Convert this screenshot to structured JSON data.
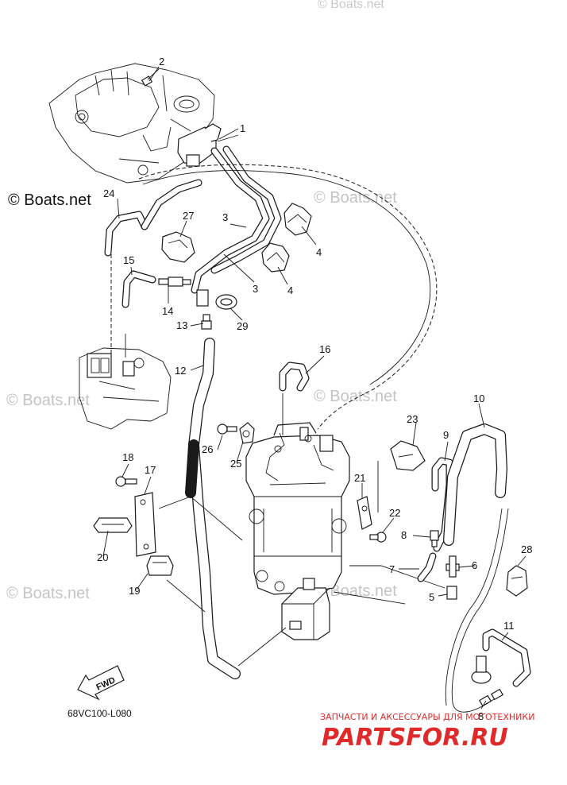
{
  "watermarks": {
    "copyright": "© Boats.net",
    "short": "© Boats.net"
  },
  "drawing_code": "68VC100-L080",
  "fwd_label": "FWD",
  "brand": {
    "tagline": "ЗАПЧАСТИ И АКСЕССУАРЫ ДЛЯ МОТОТЕХНИКИ",
    "logo": "PARTSFOR.RU"
  },
  "callouts": {
    "c1": "1",
    "c2": "2",
    "c3a": "3",
    "c3b": "3",
    "c4a": "4",
    "c4b": "4",
    "c5": "5",
    "c6": "6",
    "c7": "7",
    "c8a": "8",
    "c8b": "8",
    "c9": "9",
    "c10": "10",
    "c11": "11",
    "c12": "12",
    "c13": "13",
    "c14": "14",
    "c15": "15",
    "c16": "16",
    "c17": "17",
    "c18": "18",
    "c19": "19",
    "c20": "20",
    "c21": "21",
    "c22": "22",
    "c23": "23",
    "c24": "24",
    "c25": "25",
    "c26": "26",
    "c27": "27",
    "c28": "28",
    "c29": "29"
  }
}
